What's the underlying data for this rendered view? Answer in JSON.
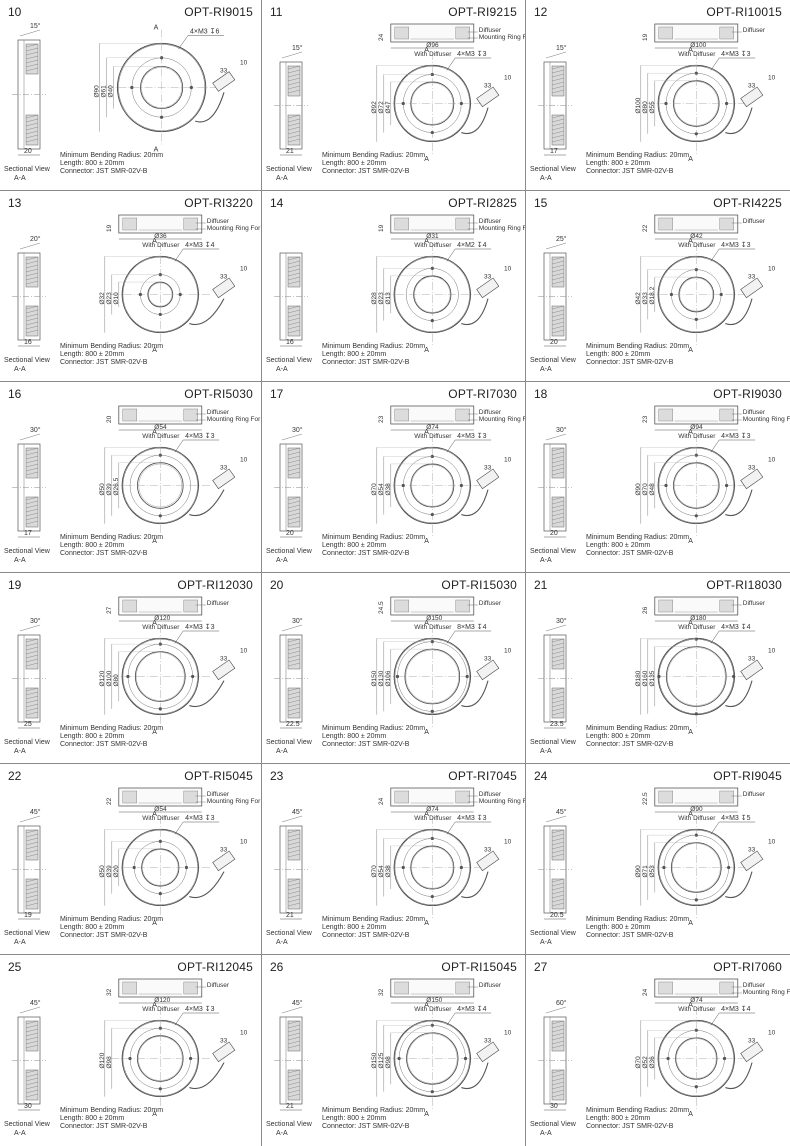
{
  "common": {
    "sectional_view": "Sectional View",
    "section_aa": "A-A",
    "bending_radius": "Minimum Bending Radius: 20mm",
    "length": "Length: 800 ± 20mm",
    "connector": "Connector: JST SMR-02V-B",
    "with_diffuser": "With Diffuser",
    "diffuser": "Diffuser",
    "mounting_ring": "Mounting Ring For Diffuser",
    "section_mark": "A",
    "cable_dim_33": "33",
    "cable_dim_10": "10"
  },
  "products": [
    {
      "no": "10",
      "code": "OPT-RI9015",
      "angle": "15°",
      "sec_w": "20",
      "dims": [
        "Ø90",
        "Ø61",
        "Ø40"
      ],
      "screw": "4×M3 ↧6",
      "top": null,
      "rings": [
        0.92,
        0.9,
        0.44,
        0.42
      ],
      "holes": 4
    },
    {
      "no": "11",
      "code": "OPT-RI9215",
      "angle": "15°",
      "sec_w": "21",
      "dims": [
        "Ø92",
        "Ø72",
        "Ø47"
      ],
      "screw": "4×M3 ↧3",
      "top": {
        "h": "24",
        "d": "Ø96",
        "diffuser": true,
        "ring": true
      },
      "rings": [
        0.92,
        0.9,
        0.52,
        0.5
      ],
      "holes": 4
    },
    {
      "no": "12",
      "code": "OPT-RI10015",
      "angle": "15°",
      "sec_w": "17",
      "dims": [
        "Ø100",
        "Ø80",
        "Ø55"
      ],
      "screw": "4×M3 ↧3",
      "top": {
        "h": "19",
        "d": "Ø100",
        "diffuser": true,
        "ring": false
      },
      "rings": [
        0.92,
        0.9,
        0.55,
        0.53
      ],
      "holes": 4
    },
    {
      "no": "13",
      "code": "OPT-RI3220",
      "angle": "20°",
      "sec_w": "16",
      "dims": [
        "Ø32",
        "Ø23",
        "Ø10"
      ],
      "screw": "4×M3 ↧4",
      "top": {
        "h": "19",
        "d": "Ø36",
        "diffuser": true,
        "ring": true
      },
      "rings": [
        0.92,
        0.9,
        0.3,
        0.28
      ],
      "holes": 4
    },
    {
      "no": "14",
      "code": "OPT-RI2825",
      "angle": "",
      "sec_w": "16",
      "dims": [
        "Ø28",
        "Ø23",
        "Ø13"
      ],
      "screw": "4×M2 ↧4",
      "top": {
        "h": "19",
        "d": "Ø31",
        "diffuser": true,
        "ring": true
      },
      "rings": [
        0.92,
        0.9,
        0.45,
        0.43
      ],
      "holes": 2
    },
    {
      "no": "15",
      "code": "OPT-RI4225",
      "angle": "25°",
      "sec_w": "20",
      "dims": [
        "Ø42",
        "Ø33",
        "Ø18.2"
      ],
      "screw": "4×M3 ↧3",
      "top": {
        "h": "22",
        "d": "Ø42",
        "diffuser": true,
        "ring": false
      },
      "rings": [
        0.92,
        0.9,
        0.42,
        0.4
      ],
      "holes": 4
    },
    {
      "no": "16",
      "code": "OPT-RI5030",
      "angle": "30°",
      "sec_w": "17",
      "dims": [
        "Ø50",
        "Ø39",
        "Ø26.5"
      ],
      "screw": "4×M3 ↧3",
      "top": {
        "h": "20",
        "d": "Ø54",
        "diffuser": true,
        "ring": true
      },
      "rings": [
        0.92,
        0.9,
        0.55,
        0.52
      ],
      "holes": 2
    },
    {
      "no": "17",
      "code": "OPT-RI7030",
      "angle": "30°",
      "sec_w": "20",
      "dims": [
        "Ø70",
        "Ø54",
        "Ø38"
      ],
      "screw": "4×M3 ↧3",
      "top": {
        "h": "23",
        "d": "Ø74",
        "diffuser": true,
        "ring": true
      },
      "rings": [
        0.92,
        0.9,
        0.52,
        0.5
      ],
      "holes": 4
    },
    {
      "no": "18",
      "code": "OPT-RI9030",
      "angle": "30°",
      "sec_w": "20",
      "dims": [
        "Ø90",
        "Ø70",
        "Ø48"
      ],
      "screw": "4×M3 ↧3",
      "top": {
        "h": "23",
        "d": "Ø94",
        "diffuser": true,
        "ring": true
      },
      "rings": [
        0.92,
        0.9,
        0.55,
        0.53
      ],
      "holes": 4
    },
    {
      "no": "19",
      "code": "OPT-RI12030",
      "angle": "30°",
      "sec_w": "25",
      "dims": [
        "Ø120",
        "Ø100",
        "Ø80"
      ],
      "screw": "4×M3 ↧3",
      "top": {
        "h": "27",
        "d": "Ø120",
        "diffuser": true,
        "ring": false
      },
      "rings": [
        0.92,
        0.9,
        0.6,
        0.58
      ],
      "holes": 4
    },
    {
      "no": "20",
      "code": "OPT-RI15030",
      "angle": "30°",
      "sec_w": "22.5",
      "dims": [
        "Ø150",
        "Ø130",
        "Ø106"
      ],
      "screw": "8×M3 ↧4",
      "top": {
        "h": "24.5",
        "d": "Ø150",
        "diffuser": true,
        "ring": false
      },
      "rings": [
        0.92,
        0.9,
        0.66,
        0.64
      ],
      "holes": 4
    },
    {
      "no": "21",
      "code": "OPT-RI18030",
      "angle": "30°",
      "sec_w": "23.5",
      "dims": [
        "Ø180",
        "Ø160",
        "Ø135"
      ],
      "screw": "4×M3 ↧4",
      "top": {
        "h": "26",
        "d": "Ø180",
        "diffuser": true,
        "ring": false
      },
      "rings": [
        0.92,
        0.9,
        0.72,
        0.7
      ],
      "holes": 4
    },
    {
      "no": "22",
      "code": "OPT-RI5045",
      "angle": "45°",
      "sec_w": "19",
      "dims": [
        "Ø50",
        "Ø39",
        "Ø20"
      ],
      "screw": "4×M3 ↧3",
      "top": {
        "h": "22",
        "d": "Ø54",
        "diffuser": true,
        "ring": true
      },
      "rings": [
        0.92,
        0.9,
        0.45,
        0.43
      ],
      "holes": 4
    },
    {
      "no": "23",
      "code": "OPT-RI7045",
      "angle": "45°",
      "sec_w": "21",
      "dims": [
        "Ø70",
        "Ø54",
        "Ø38"
      ],
      "screw": "4×M3 ↧3",
      "top": {
        "h": "24",
        "d": "Ø74",
        "diffuser": true,
        "ring": true
      },
      "rings": [
        0.92,
        0.9,
        0.52,
        0.5
      ],
      "holes": 4
    },
    {
      "no": "24",
      "code": "OPT-RI9045",
      "angle": "45°",
      "sec_w": "20.5",
      "dims": [
        "Ø90",
        "Ø71",
        "Ø53"
      ],
      "screw": "4×M3 ↧5",
      "top": {
        "h": "22.5",
        "d": "Ø90",
        "diffuser": true,
        "ring": false
      },
      "rings": [
        0.92,
        0.9,
        0.6,
        0.58
      ],
      "holes": 4
    },
    {
      "no": "25",
      "code": "OPT-RI12045",
      "angle": "45°",
      "sec_w": "30",
      "dims": [
        "Ø120",
        "Ø98"
      ],
      "screw": "4×M3 ↧3",
      "top": {
        "h": "32",
        "d": "Ø120",
        "diffuser": true,
        "ring": false
      },
      "rings": [
        0.92,
        0.9,
        0.55,
        0.53
      ],
      "holes": 4
    },
    {
      "no": "26",
      "code": "OPT-RI15045",
      "angle": "45°",
      "sec_w": "21",
      "dims": [
        "Ø150",
        "Ø125",
        "Ø98"
      ],
      "screw": "4×M3 ↧4",
      "top": {
        "h": "32",
        "d": "Ø150",
        "diffuser": true,
        "ring": false
      },
      "rings": [
        0.92,
        0.9,
        0.62,
        0.6
      ],
      "holes": 4
    },
    {
      "no": "27",
      "code": "OPT-RI7060",
      "angle": "60°",
      "sec_w": "30",
      "dims": [
        "Ø70",
        "Ø52",
        "Ø36"
      ],
      "screw": "4×M3 ↧4",
      "top": {
        "h": "24",
        "d": "Ø74",
        "diffuser": true,
        "ring": true
      },
      "rings": [
        0.92,
        0.9,
        0.5,
        0.48
      ],
      "holes": 4
    }
  ]
}
